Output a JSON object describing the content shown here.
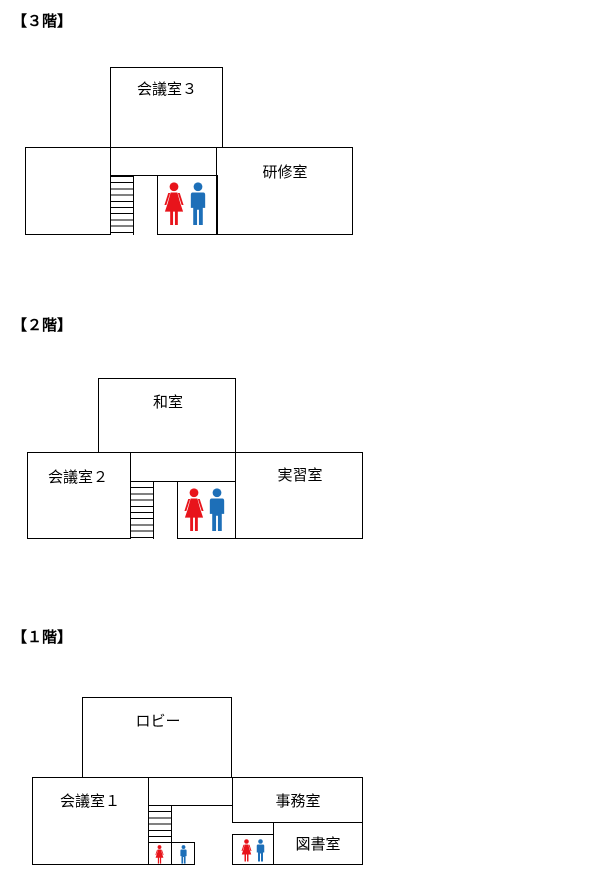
{
  "colors": {
    "female": "#e8141b",
    "male": "#1d6fb8",
    "line": "#000000"
  },
  "floors": [
    {
      "title": "【３階】",
      "rooms": [
        "会議室３",
        "研修室"
      ],
      "icons": [
        "female-restroom-icon",
        "male-restroom-icon"
      ]
    },
    {
      "title": "【２階】",
      "rooms": [
        "和室",
        "会議室２",
        "実習室"
      ],
      "icons": [
        "female-restroom-icon",
        "male-restroom-icon"
      ]
    },
    {
      "title": "【１階】",
      "rooms": [
        "ロビー",
        "会議室１",
        "事務室",
        "図書室"
      ],
      "icons": [
        "female-restroom-icon",
        "male-restroom-icon"
      ]
    }
  ]
}
